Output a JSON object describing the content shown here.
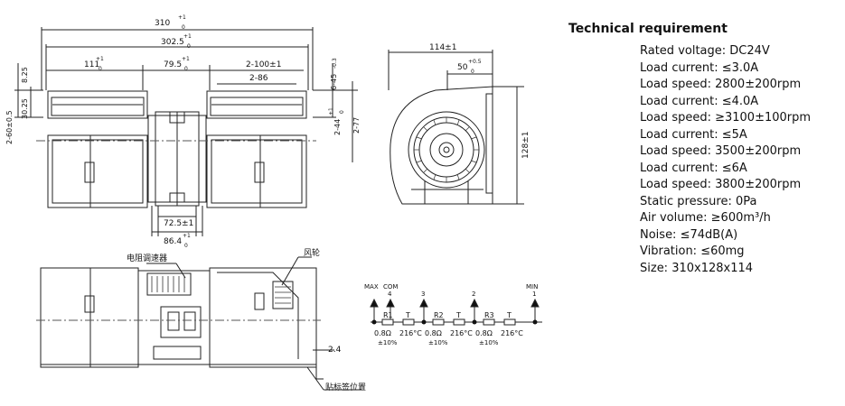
{
  "spec": {
    "title": "Technical requirement",
    "lines": [
      "Rated voltage: DC24V",
      "Load current: ≤3.0A",
      "Load speed: 2800±200rpm",
      "Load current: ≤4.0A",
      "Load speed: ≥3100±100rpm",
      "Load current: ≤5A",
      "Load speed: 3500±200rpm",
      "Load current: ≤6A",
      "Load speed: 3800±200rpm",
      "Static pressure: 0Pa",
      "Air volume: ≥600m³/h",
      "Noise: ≤74dB(A)",
      "Vibration: ≤60mg",
      "Size: 310x128x114"
    ]
  },
  "front_view": {
    "dim_total": "310",
    "dim_total_tol_top": "+1",
    "dim_total_tol_bot": "0",
    "dim_inner": "302.5",
    "dim_inner_tol_top": "+1",
    "dim_inner_tol_bot": "0",
    "dim_left": "111",
    "dim_left_tol_top": "+1",
    "dim_left_tol_bot": "0",
    "dim_mid": "79.5",
    "dim_mid_tol_top": "+1",
    "dim_mid_tol_bot": "0",
    "dim_holes1": "2-100±1",
    "dim_holes2": "2-86",
    "dim_825": "8.25",
    "dim_3025": "30.25",
    "dim_60": "2-60±0.5",
    "dim_45": "6-45",
    "dim_45_tol": "-0.3",
    "dim_44": "2-44",
    "dim_44_tol_top": "+1",
    "dim_44_tol_bot": "0",
    "dim_77": "2-77",
    "dim_725": "72.5±1",
    "dim_864": "86.4",
    "dim_864_tol_top": "+1",
    "dim_864_tol_bot": "0"
  },
  "side_view": {
    "dim_width": "114±1",
    "dim_50": "50",
    "dim_50_tol_top": "+0.5",
    "dim_50_tol_bot": "0",
    "dim_height": "128±1"
  },
  "bottom_view": {
    "label_resistor": "电阻调速器",
    "label_wheel": "风轮",
    "label_sticker": "贴标签位置",
    "dim_24": "2.4"
  },
  "circuit": {
    "node_max": "MAX",
    "node_com": "COM",
    "node_4": "4",
    "node_3": "3",
    "node_2": "2",
    "node_1": "1",
    "node_min": "MIN",
    "r1": "R1",
    "r2": "R2",
    "r3": "R3",
    "t": "T",
    "ohm": "0.8Ω",
    "tol": "±10%",
    "temp": "216°C"
  }
}
